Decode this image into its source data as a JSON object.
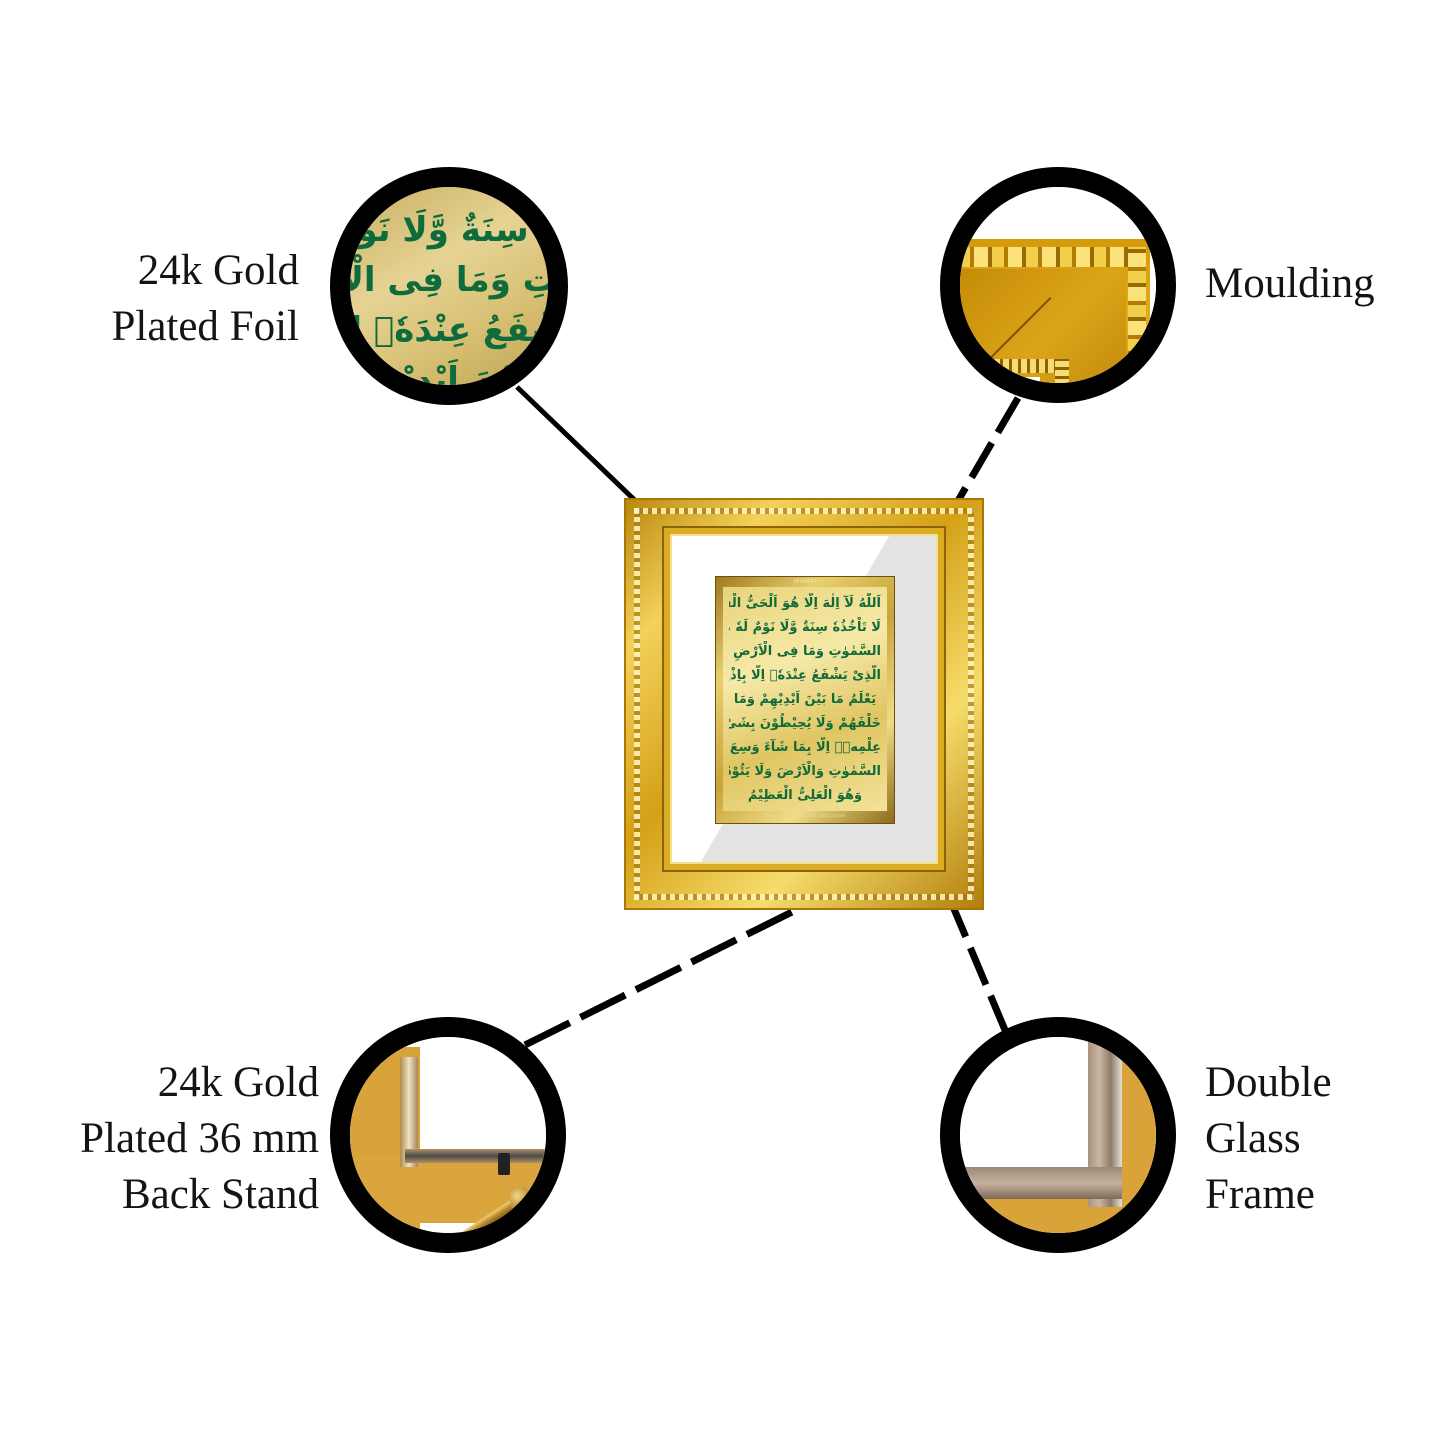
{
  "callouts": {
    "top_left": {
      "lines": [
        "24k Gold",
        "Plated Foil"
      ],
      "lens": "gold-foil-closeup"
    },
    "top_right": {
      "lines": [
        "Moulding"
      ],
      "lens": "moulding-closeup"
    },
    "bottom_left": {
      "lines": [
        "24k Gold",
        "Plated 36 mm",
        "Back Stand"
      ],
      "lens": "back-stand-closeup"
    },
    "bottom_right": {
      "lines": [
        "Double",
        "Glass",
        "Frame"
      ],
      "lens": "double-glass-closeup"
    }
  },
  "plaque": {
    "brand": "DIVINITI",
    "footer": "Swiss Technology, 24kt. Gold plated",
    "text_color": "#0f6b3a",
    "lines": [
      "اَللّٰهُ لَآ اِلٰهَ اِلَّا هُوَ اَلْحَیُّ الْقَیُّوْمُ",
      "لَا تَاْخُذُهٗ سِنَةٌ وَّلَا نَوْمٌ لَهٗ مَا فِی",
      "السَّمٰوٰتِ وَمَا فِی الْاَرْضِ مَنْ ذَا",
      "الَّذِیْ یَشْفَعُ عِنْدَهٗۤ اِلَّا بِاِذْنِهٖ",
      "یَعْلَمُ مَا بَیْنَ اَیْدِیْهِمْ وَمَا",
      "خَلْفَهُمْ وَلَا یُحِیْطُوْنَ بِشَیْءٍ مِّنْ",
      "عِلْمِهٖۤ اِلَّا بِمَا شَآءَ وَسِعَ كُرْسِیُّهُ",
      "السَّمٰوٰتِ وَالْاَرْضَ وَلَا یَئُوْدُهٗ حِفْظُهُمَا",
      "وَهُوَ الْعَلِیُّ الْعَظِیْمُ"
    ]
  },
  "foil_closeup": {
    "lines": [
      "ذُهٗ سِنَةٌ وَّلَا نَوْمٌ لَ",
      "وٰتِ وَمَا فِی الْاَرْضِ مَنْ",
      "یَشْفَعُ عِنْدَهٗۤ اِلَّا بِاِذْ",
      "بَیْنَ اَیْدِیْهِ"
    ]
  },
  "colors": {
    "gold": "#d4a017",
    "ring": "#000000",
    "label": "#141414"
  }
}
